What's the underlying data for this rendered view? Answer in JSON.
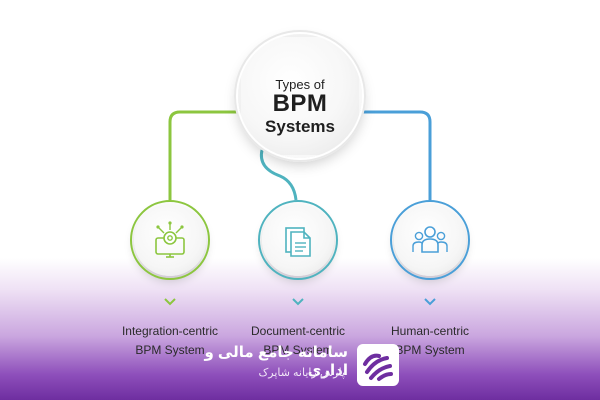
{
  "center": {
    "line1": "Types of",
    "line2": "BPM",
    "line3": "Systems"
  },
  "nodes": [
    {
      "id": "integration",
      "label_line1": "Integration-centric",
      "label_line2": "BPM System",
      "icon": "gear-monitor-icon",
      "color": "#8cc63f"
    },
    {
      "id": "document",
      "label_line1": "Document-centric",
      "label_line2": "BPM System",
      "icon": "documents-icon",
      "color": "#4fb3bf"
    },
    {
      "id": "human",
      "label_line1": "Human-centric",
      "label_line2": "BPM System",
      "icon": "people-group-icon",
      "color": "#4a9fd8"
    }
  ],
  "brand": {
    "title": "سامانه جامع مالی و اداری",
    "subtitle": "پارس رایانه شاپرک",
    "logo": "sparkle-logo-icon",
    "accent": "#6e2ea0"
  }
}
